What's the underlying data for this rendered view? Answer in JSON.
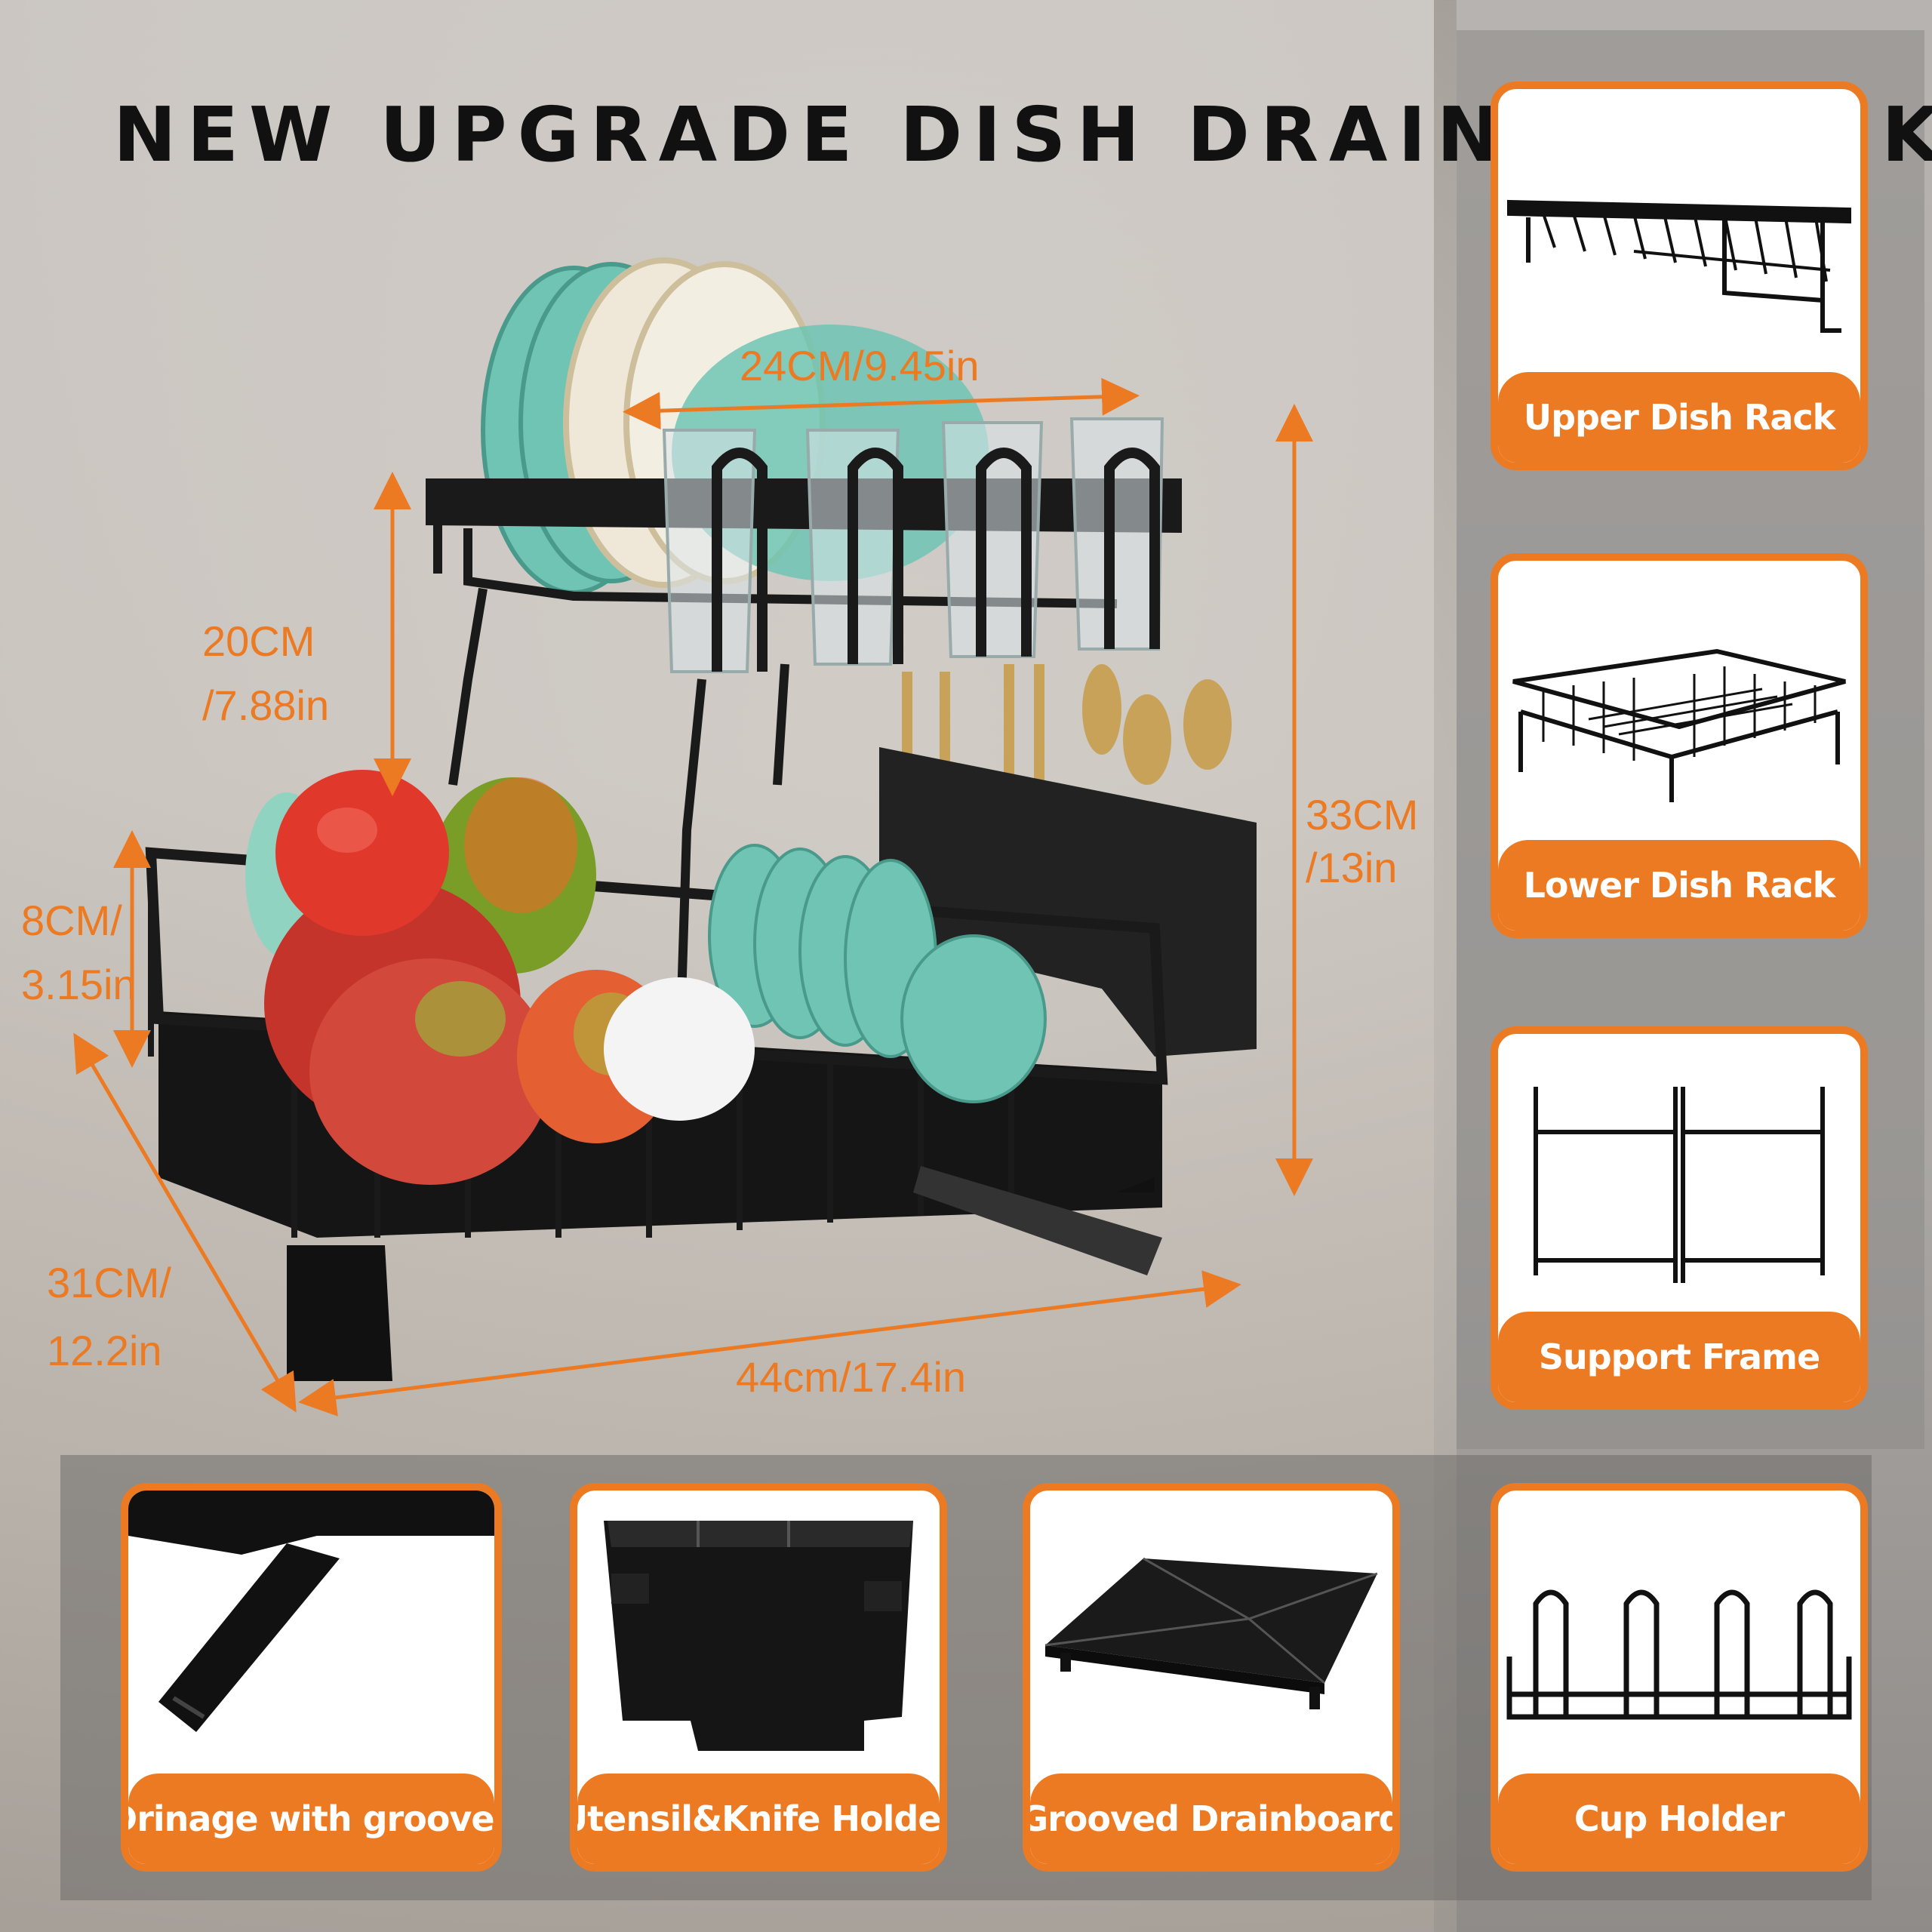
{
  "title": "NEW UPGRADE DISH DRAINER RACK",
  "dimensions": {
    "width_top": "24CM/9.45in",
    "height_upper_line1": "20CM",
    "height_upper_line2": "/7.88in",
    "height_total_line1": "33CM",
    "height_total_line2": "/13in",
    "height_lower_line1": "8CM/",
    "height_lower_line2": "3.15in",
    "depth_line1": "31CM/",
    "depth_line2": "12.2in",
    "length": "44cm/17.4in"
  },
  "side_cards": [
    {
      "label": "Upper Dish Rack"
    },
    {
      "label": "Lower Dish Rack"
    },
    {
      "label": "Support Frame"
    }
  ],
  "bottom_cards": [
    {
      "label": "Drinage with grooves"
    },
    {
      "label": "Utensil&Knife Holder"
    },
    {
      "label": "Grooved Drainboard"
    },
    {
      "label": "Cup Holder"
    }
  ],
  "colors": {
    "accent": "#ec7a22",
    "teal": "#6fc4b3",
    "rack": "#1a1a1a"
  }
}
